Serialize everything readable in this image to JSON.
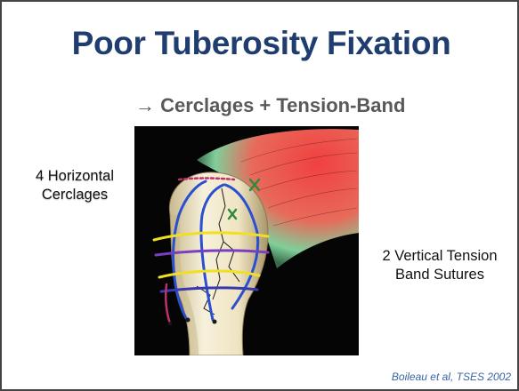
{
  "title": "Poor Tuberosity Fixation",
  "subtitle_arrow": "→",
  "subtitle_text": "Cerclages + Tension-Band",
  "left_label": [
    "4 Horizontal",
    "Cerclages"
  ],
  "right_label": [
    "2 Vertical Tension",
    "Band Sutures"
  ],
  "citation": "Boileau et al, TSES 2002",
  "colors": {
    "title": "#1f3d6e",
    "subtitle": "#595959",
    "citation": "#3a63a6",
    "suture_blue": "#2a4fd0",
    "suture_yellow": "#f0e020",
    "suture_pink": "#c0306a",
    "muscle_red": "#e83a3a",
    "bone": "#f4ecd2"
  }
}
